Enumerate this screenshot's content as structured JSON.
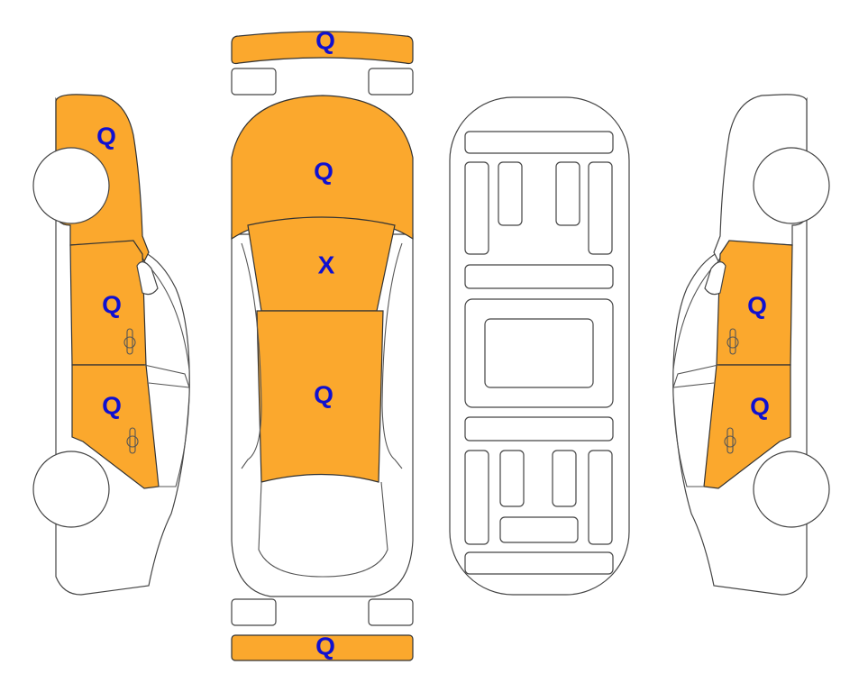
{
  "colors": {
    "damaged": "#FBA82D",
    "label": "#1010D0",
    "outline": "#444444"
  },
  "panels": {
    "left_front_fender": "Q",
    "left_front_door": "Q",
    "left_rear_door": "Q",
    "front_bumper": "Q",
    "hood": "Q",
    "windshield": "X",
    "roof": "Q",
    "rear_bumper": "Q",
    "right_front_door": "Q",
    "right_rear_door": "Q"
  }
}
